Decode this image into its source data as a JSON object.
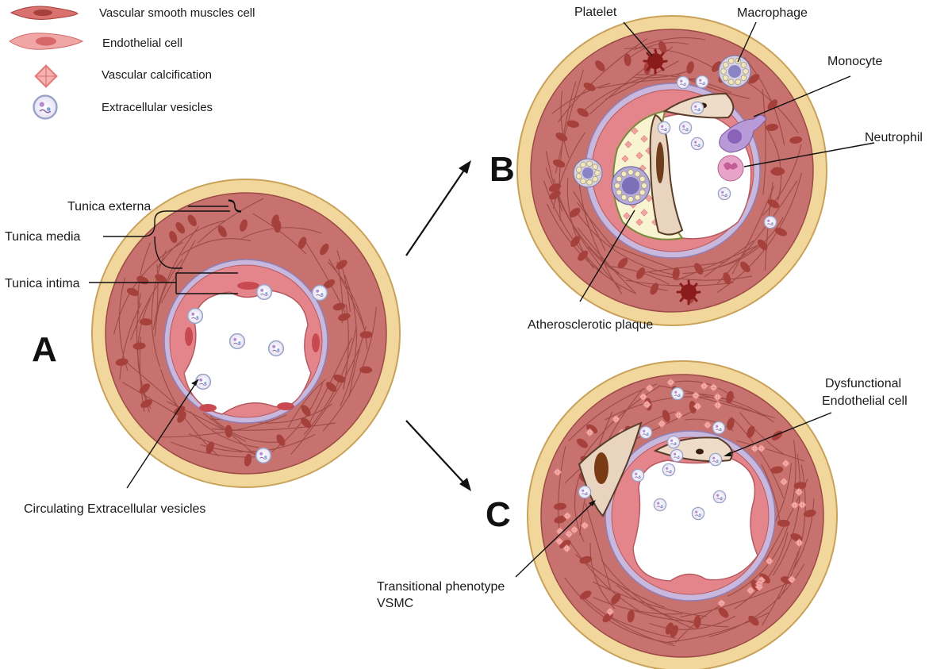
{
  "legend": [
    {
      "label": "Vascular smooth muscles cell",
      "icon": "vsmc-icon"
    },
    {
      "label": "Endothelial cell",
      "icon": "endothelial-cell-icon"
    },
    {
      "label": "Vascular calcification",
      "icon": "calcification-icon"
    },
    {
      "label": "Extracellular vesicles",
      "icon": "extracellular-vesicle-icon"
    }
  ],
  "panels": {
    "a": {
      "letter": "A",
      "labels": {
        "tunica_externa": "Tunica externa",
        "tunica_media": "Tunica media",
        "tunica_intima": "Tunica intima",
        "circulating_ev": "Circulating Extracellular vesicles"
      }
    },
    "b": {
      "letter": "B",
      "labels": {
        "platelet": "Platelet",
        "macrophage": "Macrophage",
        "monocyte": "Monocyte",
        "neutrophil": "Neutrophil",
        "plaque": "Atherosclerotic plaque"
      }
    },
    "c": {
      "letter": "C",
      "labels": {
        "dysfunctional_line1": "Dysfunctional",
        "dysfunctional_line2": "Endothelial cell",
        "transitional_line1": "Transitional phenotype",
        "transitional_line2": "VSMC"
      }
    }
  },
  "colors": {
    "externa": "#f2d79c",
    "externa_stroke": "#c9a25a",
    "media": "#c7726e",
    "media_line": "#9c4a46",
    "nucleus": "#a5403b",
    "intima_purple": "#c9b8dd",
    "endothelium": "#e3858a",
    "lumen": "#ffffff",
    "plaque": "#f8f4d2",
    "calcification": "#f2a6a6",
    "platelet": "#8b1c1c",
    "macrophage": "#a59bd0",
    "monocyte": "#b99ad8",
    "neutrophil": "#e8a3c9"
  }
}
